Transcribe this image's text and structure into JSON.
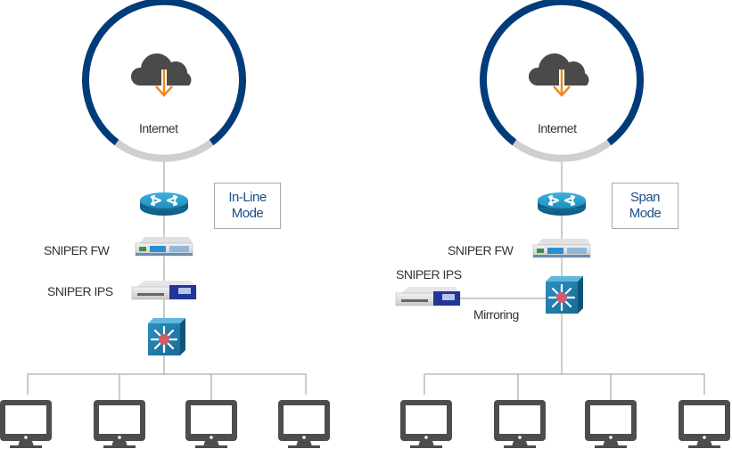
{
  "colors": {
    "ring": "#003b7a",
    "ring_bottom": "#cccccc",
    "cloud": "#4a4a4a",
    "arrow": "#f08a1c",
    "line": "#999999",
    "monitor": "#4d4d4f",
    "mode_text": "#1a4f8a"
  },
  "diagrams": [
    {
      "internet_label": "Internet",
      "mode_label_line1": "In-Line",
      "mode_label_line2": "Mode",
      "fw_label": "SNIPER FW",
      "ips_label": "SNIPER IPS",
      "clients": 4
    },
    {
      "internet_label": "Internet",
      "mode_label_line1": "Span",
      "mode_label_line2": "Mode",
      "fw_label": "SNIPER FW",
      "ips_label": "SNIPER IPS",
      "mirroring_label": "Mirroring",
      "clients": 4
    }
  ]
}
